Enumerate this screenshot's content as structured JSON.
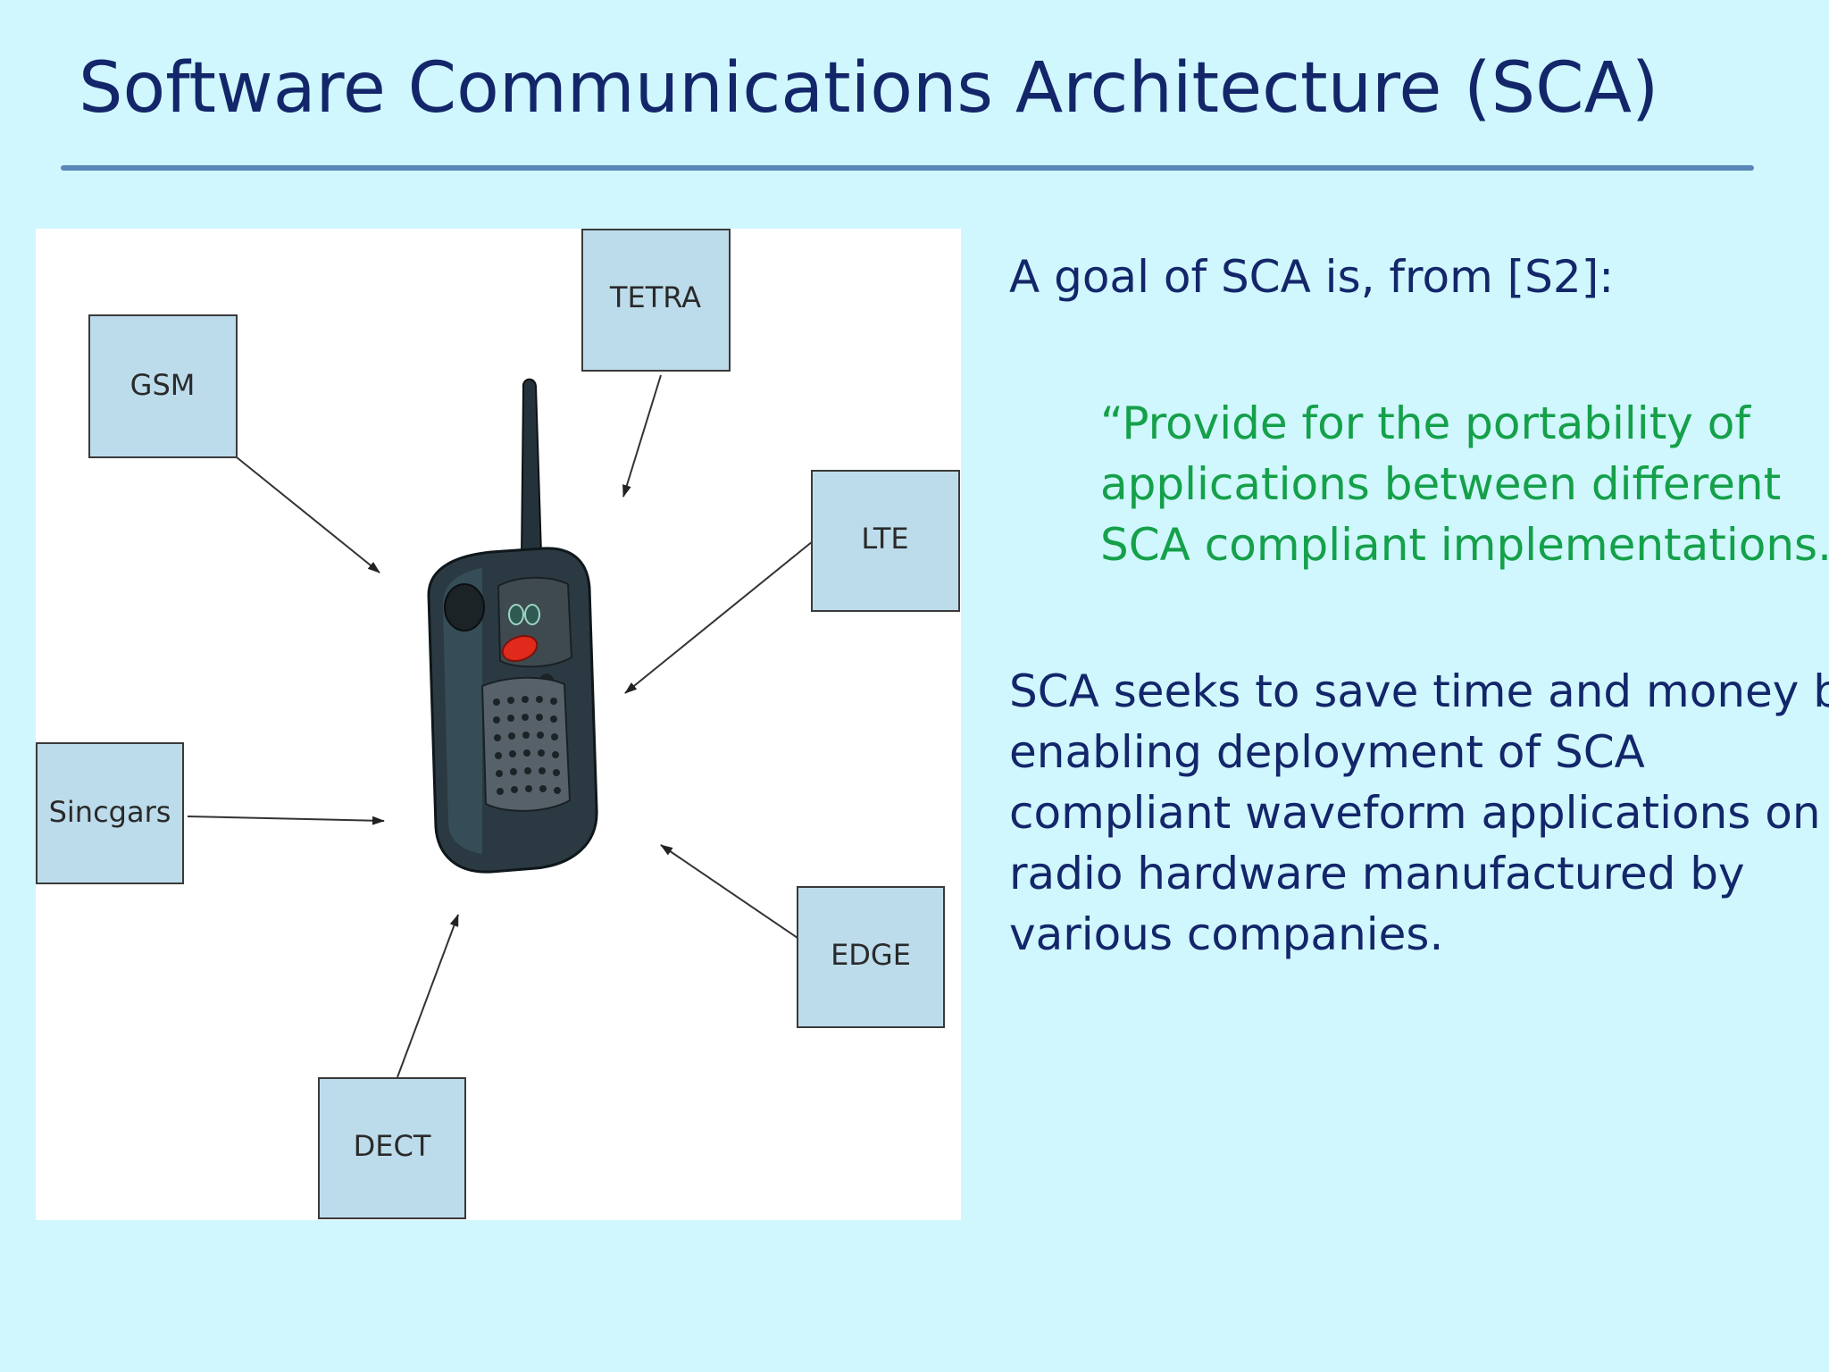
{
  "slide": {
    "title": "Software Communications Architecture (SCA)",
    "intro": "A goal of SCA is, from [S2]:",
    "quote_lines": [
      "“Provide for the portability of",
      "applications between different",
      "SCA compliant implementations.”"
    ],
    "body_lines": [
      "SCA seeks to save time and money by",
      "enabling  deployment of SCA",
      "compliant waveform applications on",
      "radio hardware manufactured by",
      "various companies."
    ]
  },
  "diagram": {
    "boxes": {
      "gsm": "GSM",
      "tetra": "TETRA",
      "lte": "LTE",
      "sincgars": "Sincgars",
      "edge": "EDGE",
      "dect": "DECT"
    },
    "box_fill": "#bcdceb",
    "radio_body_color": "#2b3a42",
    "radio_button_color": "#e02a1c"
  }
}
